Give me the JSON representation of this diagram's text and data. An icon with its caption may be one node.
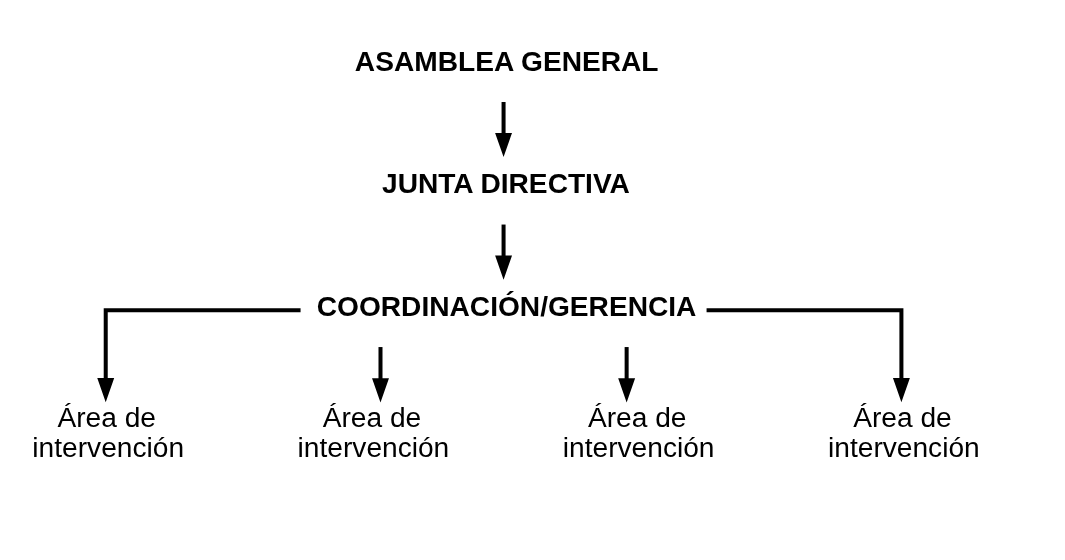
{
  "diagram": {
    "nodes": [
      {
        "text": [
          "ASAMBLEA GENERAL"
        ]
      },
      {
        "text": [
          "JUNTA DIRECTIVA"
        ]
      },
      {
        "text": [
          "COORDINACIÓN/GERENCIA"
        ]
      },
      {
        "text": [
          "Área de intervención"
        ]
      },
      {
        "text": [
          "Área de intervención"
        ]
      },
      {
        "text": [
          "Área de intervención"
        ]
      },
      {
        "text": [
          "Área de intervención"
        ]
      }
    ],
    "edges": [
      {
        "from": 0,
        "to": 1,
        "arrow": "to"
      },
      {
        "from": 1,
        "to": 2,
        "arrow": "to"
      },
      {
        "from": 2,
        "to": 3,
        "arrow": "to"
      },
      {
        "from": 2,
        "to": 4,
        "arrow": "to"
      },
      {
        "from": 2,
        "to": 5,
        "arrow": "to"
      },
      {
        "from": 2,
        "to": 6,
        "arrow": "to"
      }
    ]
  }
}
